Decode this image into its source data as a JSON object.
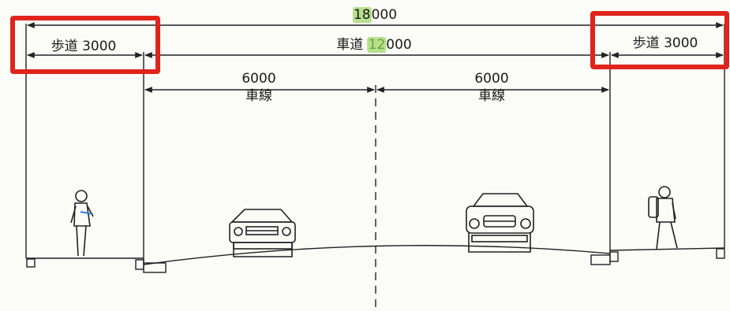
{
  "dimensions": {
    "total": {
      "highlight": "18",
      "rest": "000"
    },
    "sidewalk_left": {
      "name": "歩道",
      "width": "3000"
    },
    "roadway": {
      "name": "車道",
      "marked": "12",
      "rest": "000"
    },
    "sidewalk_right": {
      "name": "歩道",
      "width": "3000"
    },
    "lane_left": {
      "width": "6000",
      "name": "車線"
    },
    "lane_right": {
      "width": "6000",
      "name": "車線"
    }
  },
  "colors": {
    "highlight_box": "#e0241c",
    "marker": "#b7e08c",
    "line": "#222222"
  }
}
